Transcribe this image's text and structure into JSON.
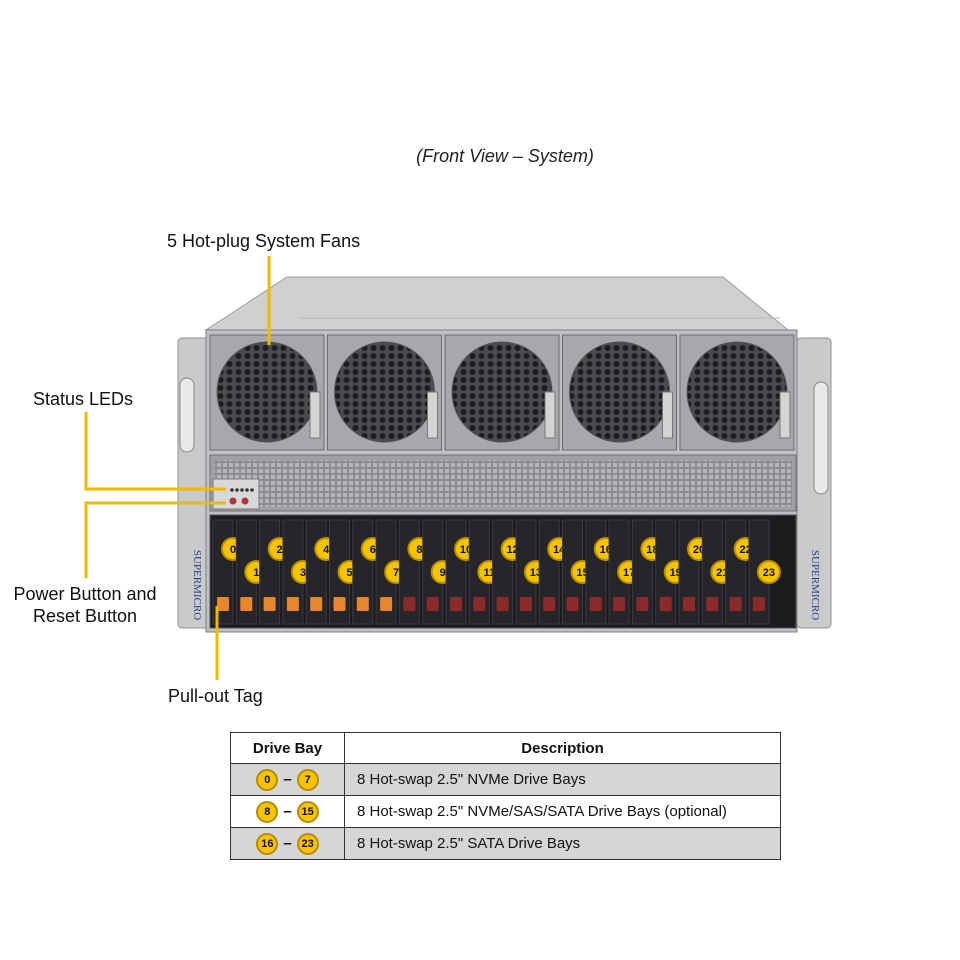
{
  "title": "(Front View – System)",
  "callouts": {
    "fans": "5 Hot-plug System Fans",
    "status_leds": "Status LEDs",
    "power_reset_line1": "Power Button and",
    "power_reset_line2": "Reset Button",
    "pullout_tag": "Pull-out Tag"
  },
  "brand": "SUPERMICRO",
  "colors": {
    "callout_line": "#f2b800",
    "badge_fill": "#f5c400",
    "badge_border": "#b88c00",
    "nvme_tab": "#e8862a",
    "sata_tab": "#8a2a2a",
    "chassis": "#c8c9cb"
  },
  "drive_bays": [
    "0",
    "1",
    "2",
    "3",
    "4",
    "5",
    "6",
    "7",
    "8",
    "9",
    "10",
    "11",
    "12",
    "13",
    "14",
    "15",
    "16",
    "17",
    "18",
    "19",
    "20",
    "21",
    "22",
    "23"
  ],
  "table": {
    "headers": [
      "Drive Bay",
      "Description"
    ],
    "rows": [
      {
        "from": "0",
        "to": "7",
        "description": "8 Hot-swap 2.5\" NVMe Drive Bays"
      },
      {
        "from": "8",
        "to": "15",
        "description": "8 Hot-swap 2.5\" NVMe/SAS/SATA Drive Bays (optional)"
      },
      {
        "from": "16",
        "to": "23",
        "description": "8 Hot-swap 2.5\" SATA Drive Bays"
      }
    ]
  }
}
